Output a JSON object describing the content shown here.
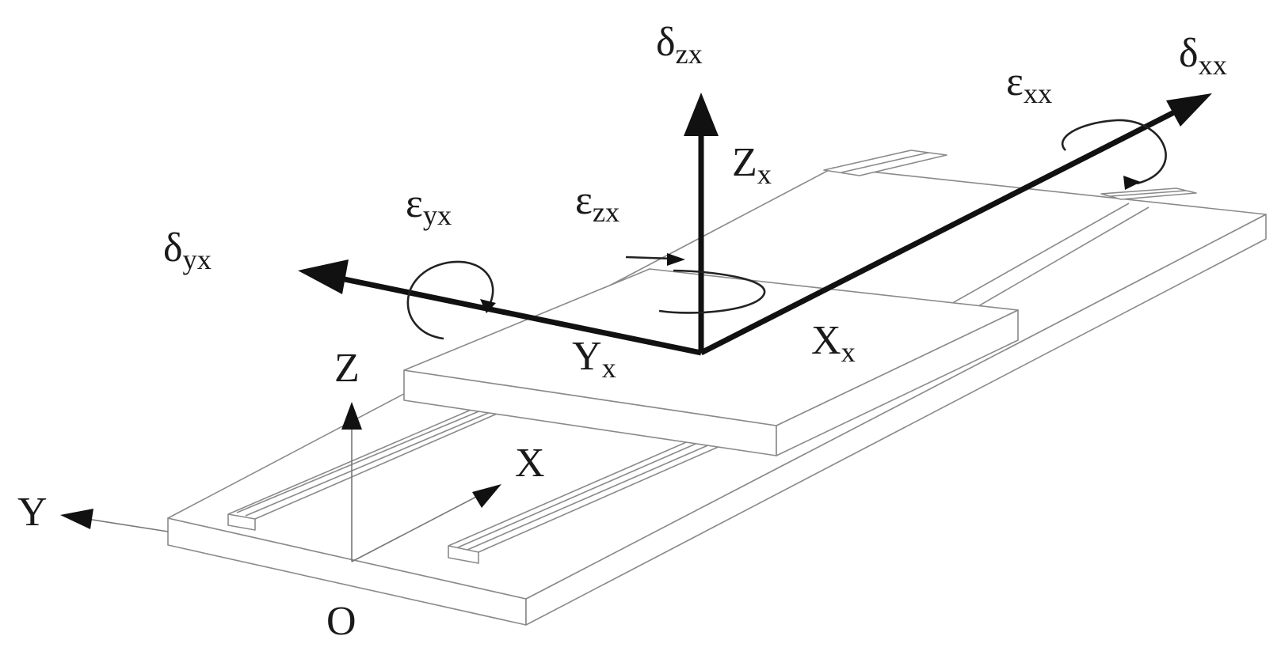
{
  "labels": {
    "delta_zx": {
      "base": "δ",
      "sub": "zx"
    },
    "delta_xx": {
      "base": "δ",
      "sub": "xx"
    },
    "delta_yx": {
      "base": "δ",
      "sub": "yx"
    },
    "eps_xx": {
      "base": "ε",
      "sub": "xx"
    },
    "eps_yx": {
      "base": "ε",
      "sub": "yx"
    },
    "eps_zx": {
      "base": "ε",
      "sub": "zx"
    },
    "Z_x": {
      "base": "Z",
      "sub": "x"
    },
    "Y_x": {
      "base": "Y",
      "sub": "x"
    },
    "X_x": {
      "base": "X",
      "sub": "x"
    },
    "Z": "Z",
    "X": "X",
    "Y": "Y",
    "O": "O"
  },
  "colors": {
    "line": "#8a8a8a",
    "axis": "#111111",
    "text": "#1a1a1a",
    "background": "#ffffff"
  }
}
